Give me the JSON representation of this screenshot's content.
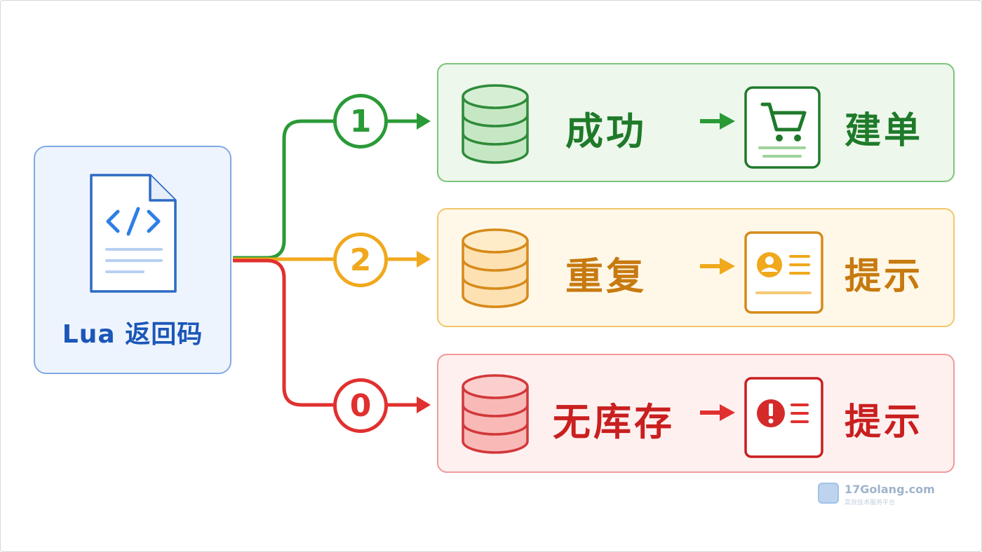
{
  "source": {
    "label": "Lua 返回码",
    "icon": "code-file-icon"
  },
  "branches": [
    {
      "code": "1",
      "status": "成功",
      "result": "建单",
      "status_icon": "database-icon",
      "result_icon": "shopping-cart-icon",
      "color": "#2a9a37"
    },
    {
      "code": "2",
      "status": "重复",
      "result": "提示",
      "status_icon": "database-icon",
      "result_icon": "user-card-icon",
      "color": "#f0a81c"
    },
    {
      "code": "0",
      "status": "无库存",
      "result": "提示",
      "status_icon": "database-icon",
      "result_icon": "alert-card-icon",
      "color": "#e0302f"
    }
  ],
  "watermark": {
    "title": "17Golang.com",
    "subtitle": "高效技术服务平台"
  }
}
